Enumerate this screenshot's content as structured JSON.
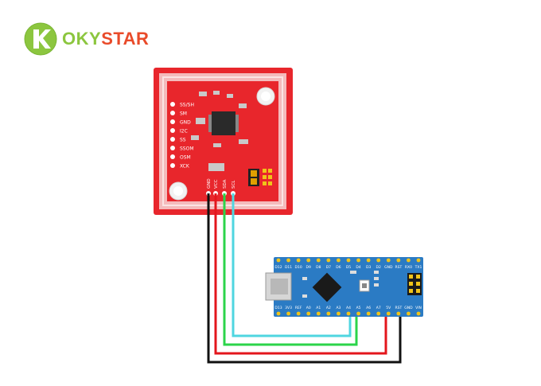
{
  "brand": {
    "part1": "OKY",
    "part2": "STAR",
    "colors": {
      "green": "#8cc63f",
      "red": "#e94b2a"
    }
  },
  "nfc_module": {
    "color": "#e8262c",
    "side_pins": [
      "SS/SH",
      "SM",
      "GND",
      "I2C",
      "SS",
      "SSOM",
      "OSM",
      "XCK"
    ],
    "bottom_pins": [
      "GND",
      "VCC",
      "SDA",
      "SCL"
    ]
  },
  "arduino": {
    "color": "#2b7bc4",
    "top_pins": [
      "D12",
      "D11",
      "D10",
      "D9",
      "D8",
      "D7",
      "D6",
      "D5",
      "D4",
      "D3",
      "D2",
      "GND",
      "RST",
      "RX0",
      "TX1"
    ],
    "bottom_pins": [
      "D13",
      "3V3",
      "REF",
      "A0",
      "A1",
      "A2",
      "A3",
      "A4",
      "A5",
      "A6",
      "A7",
      "5V",
      "RST",
      "GND",
      "VIN"
    ]
  },
  "wires": [
    {
      "from": "GND",
      "color": "#111111"
    },
    {
      "from": "VCC",
      "color": "#e3161c"
    },
    {
      "from": "SDA",
      "color": "#2bd44a"
    },
    {
      "from": "SCL",
      "color": "#4fd6e0"
    }
  ]
}
